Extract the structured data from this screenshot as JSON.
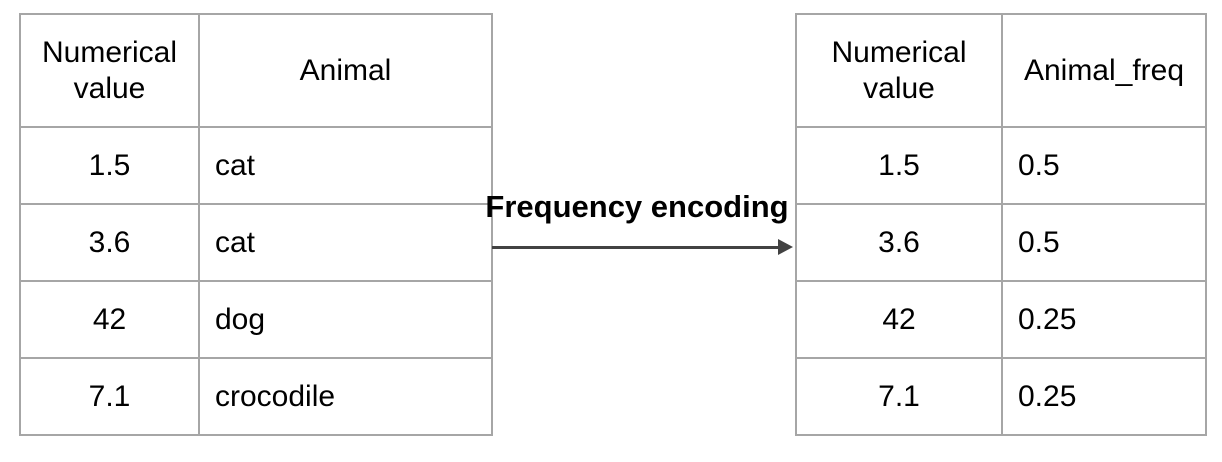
{
  "colors": {
    "background": "#ffffff",
    "table_border": "#a6a6a6",
    "text": "#000000",
    "arrow": "#424242"
  },
  "arrow": {
    "label": "Frequency encoding"
  },
  "left_table": {
    "headers": [
      "Numerical value",
      "Animal"
    ],
    "rows": [
      [
        "1.5",
        "cat"
      ],
      [
        "3.6",
        "cat"
      ],
      [
        "42",
        "dog"
      ],
      [
        "7.1",
        "crocodile"
      ]
    ]
  },
  "right_table": {
    "headers": [
      "Numerical value",
      "Animal_freq"
    ],
    "rows": [
      [
        "1.5",
        "0.5"
      ],
      [
        "3.6",
        "0.5"
      ],
      [
        "42",
        "0.25"
      ],
      [
        "7.1",
        "0.25"
      ]
    ]
  }
}
